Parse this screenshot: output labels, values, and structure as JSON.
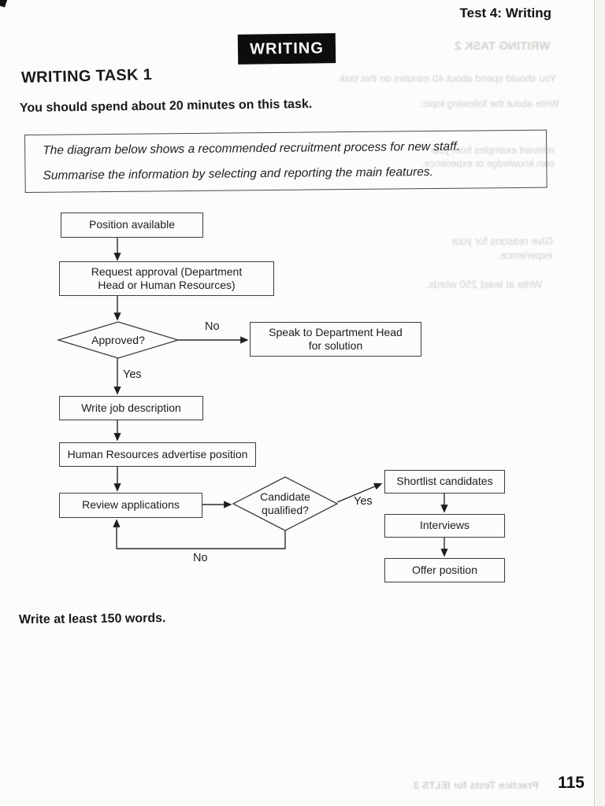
{
  "page": {
    "header": "Test 4: Writing",
    "banner": "WRITING",
    "task_title": "WRITING TASK 1",
    "time_note": "You should spend about 20 minutes on this task.",
    "prompt": {
      "line1": "The diagram below shows a recommended recruitment process for new staff.",
      "line2": "Summarise the information by selecting and reporting the main features."
    },
    "word_note": "Write at least 150 words.",
    "page_number": "115"
  },
  "flowchart": {
    "nodes": {
      "position_available": "Position available",
      "request_approval": "Request approval (Department Head or Human Resources)",
      "approved": "Approved?",
      "speak_dept_head": "Speak to Department Head for solution",
      "write_job_description": "Write job description",
      "hr_advertise": "Human Resources advertise position",
      "review_applications": "Review applications",
      "candidate_qualified": "Candidate qualified?",
      "shortlist_candidates": "Shortlist candidates",
      "interviews": "Interviews",
      "offer_position": "Offer position"
    },
    "edge_labels": {
      "approved_no": "No",
      "approved_yes": "Yes",
      "qualified_yes": "Yes",
      "qualified_no": "No"
    }
  },
  "bleed_through": {
    "task2_title": "WRITING TASK 2",
    "task2_time": "You should spend about 40 minutes on this task.",
    "task2_topic": "Write about the following topic:",
    "task2_frag1": "relevant examples from your",
    "task2_frag2": "own knowledge or experience.",
    "task2_frag3": "Give reasons for your",
    "task2_frag4": "experience.",
    "task2_words": "Write at least 250 words.",
    "book_footer": "Practice Tests for IELTS 3"
  }
}
